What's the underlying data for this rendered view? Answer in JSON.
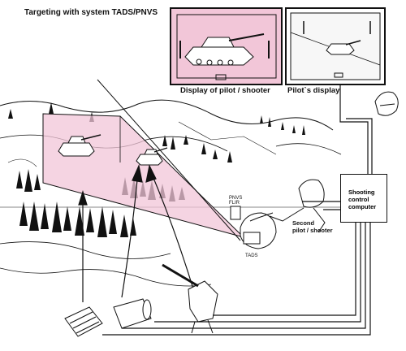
{
  "title": "Targeting with system TADS/PNVS",
  "screens": {
    "pilot_shooter_caption": "Display of pilot / shooter",
    "pilot_caption": "Pilot`s display"
  },
  "labels": {
    "pnvs_line1": "PNVS",
    "pnvs_line2": "FLIR",
    "tads": "TADS",
    "second_line1": "Second",
    "second_line2": "pilot / shooter",
    "computer_line1": "Shooting",
    "computer_line2": "control",
    "computer_line3": "computer"
  },
  "colors": {
    "highlight_pink": "#f2c6d8",
    "ink": "#111111"
  }
}
